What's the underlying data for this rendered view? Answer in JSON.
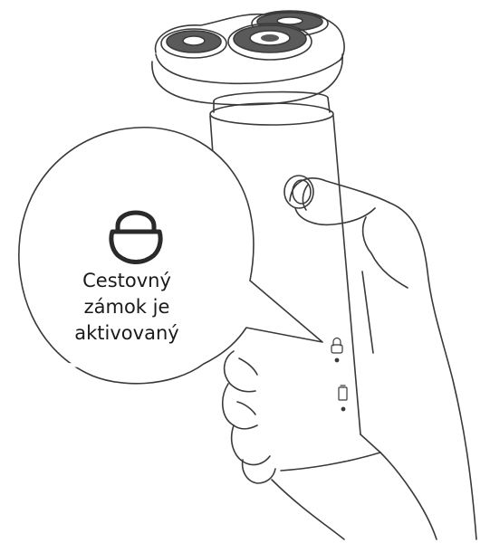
{
  "callout": {
    "line1": "Cestovný",
    "line2": "zámok je",
    "line3": "aktivovaný",
    "icon": "lock-icon"
  },
  "colors": {
    "stroke": "#3a3a3a",
    "head_dark": "#5a5a5a",
    "background": "#ffffff"
  }
}
